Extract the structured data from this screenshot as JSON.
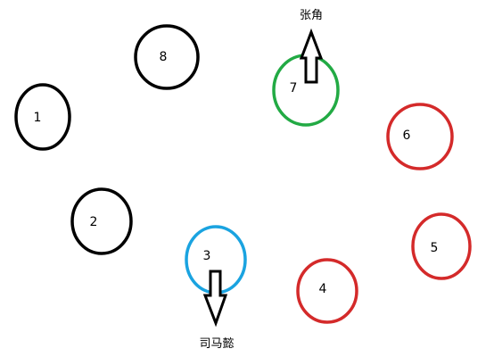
{
  "colors": {
    "black": "#000000",
    "green": "#22aa44",
    "blue": "#1aa3e0",
    "red": "#d42a2a",
    "arrow": "#000000"
  },
  "seats": [
    {
      "label": "1",
      "color": "black"
    },
    {
      "label": "2",
      "color": "black"
    },
    {
      "label": "3",
      "color": "blue"
    },
    {
      "label": "4",
      "color": "red"
    },
    {
      "label": "5",
      "color": "red"
    },
    {
      "label": "6",
      "color": "red"
    },
    {
      "label": "7",
      "color": "green"
    },
    {
      "label": "8",
      "color": "black"
    }
  ],
  "annotations": {
    "top_name": "张角",
    "bottom_name": "司马懿"
  }
}
